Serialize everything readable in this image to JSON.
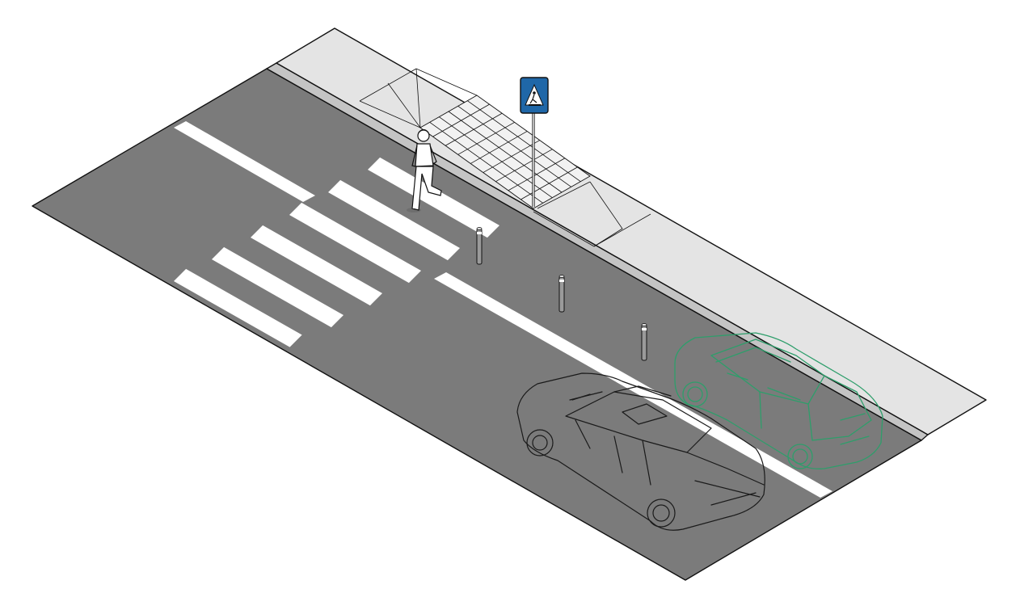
{
  "colors": {
    "asphalt": "#7b7b7b",
    "curb": "#c4c4c4",
    "sidewalk": "#e4e4e4",
    "marking": "#ffffff",
    "sign_blue": "#1f67a8",
    "highlight_green": "#2e9e6b",
    "outline": "#111111"
  },
  "icons": {
    "sign": "pedestrian-crossing-sign-icon",
    "pedestrian": "pedestrian-figure-icon",
    "bollard": "bollard-icon",
    "car_moving": "sedan-car-icon",
    "car_parked": "hatchback-car-icon"
  },
  "scene": {
    "crosswalk_stripes": 6,
    "bollards": 3,
    "cars": 2
  }
}
